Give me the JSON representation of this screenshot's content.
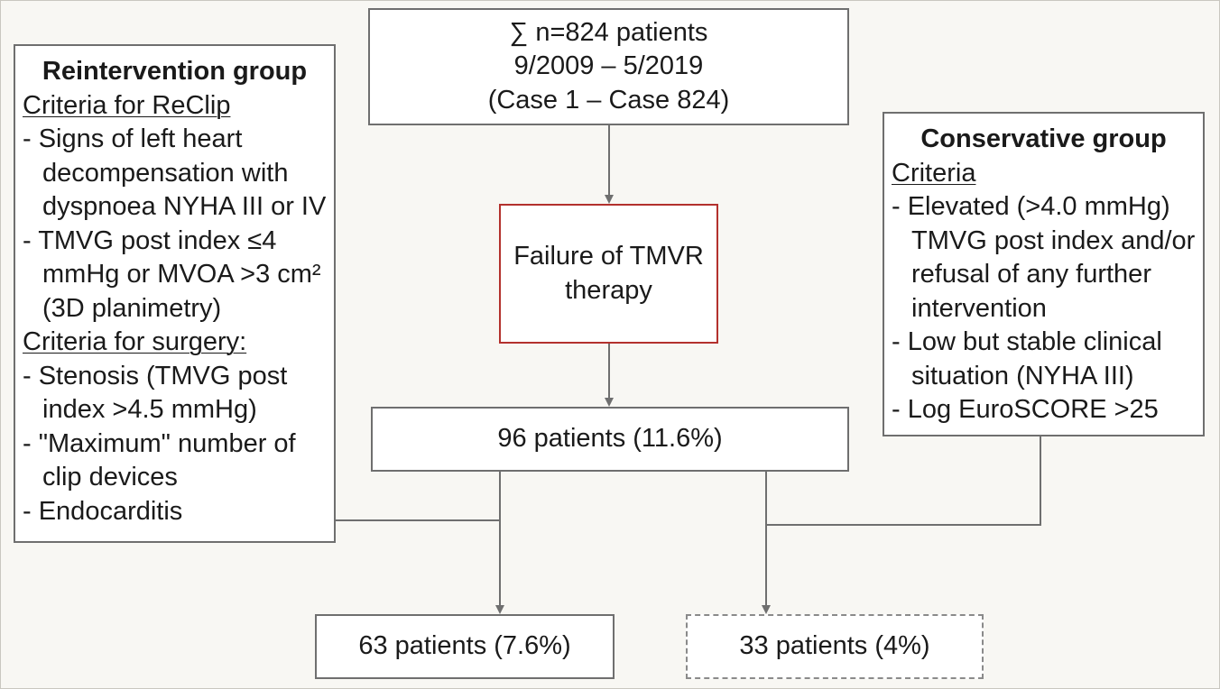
{
  "top_box": {
    "line1": "∑ n=824 patients",
    "line2": "9/2009 – 5/2019",
    "line3": "(Case 1 – Case 824)"
  },
  "failure_box": {
    "line1": "Failure of TMVR",
    "line2": "therapy"
  },
  "middle_box": {
    "text": "96 patients (11.6%)"
  },
  "reintervention": {
    "title": "Reintervention group",
    "reclip_heading": "Criteria for ReClip",
    "reclip_items": [
      "- Signs of left heart decompensation with dyspnoea NYHA III or IV",
      "- TMVG post index ≤4 mmHg or MVOA >3 cm² (3D planimetry)"
    ],
    "surgery_heading": "Criteria for surgery:",
    "surgery_items": [
      "- Stenosis (TMVG post index >4.5 mmHg)",
      "- \"Maximum\" number of clip devices",
      "- Endocarditis"
    ]
  },
  "conservative": {
    "title": "Conservative group",
    "heading": "Criteria",
    "items": [
      "- Elevated (>4.0 mmHg) TMVG post index and/or refusal of any further intervention",
      "- Low but stable clinical situation (NYHA III)",
      "- Log EuroSCORE >25"
    ]
  },
  "left_result": {
    "text": "63 patients (7.6%)"
  },
  "right_result": {
    "text": "33 patients (4%)"
  }
}
